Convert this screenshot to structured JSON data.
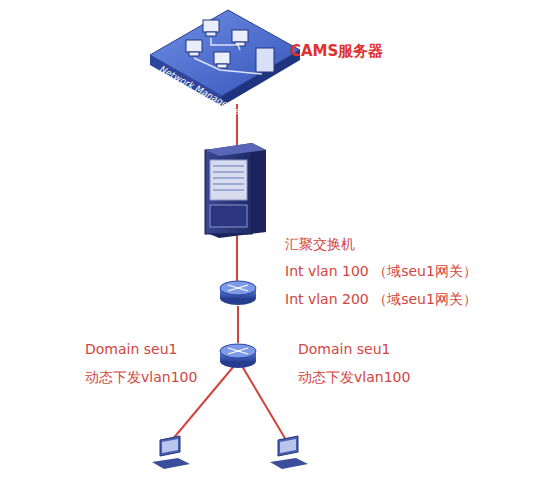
{
  "diagram": {
    "nodes": [
      {
        "text": [
          "Network Management",
          "CAMS服务器"
        ]
      },
      {
        "text": [
          "汇聚交换机",
          "Int vlan 100 （域seu1网关）",
          "Int vlan 200 （域seu1网关）"
        ]
      },
      {
        "text": [
          "Domain seu1",
          "动态下发vlan100",
          "Domain seu1",
          "动态下发vlan100"
        ]
      }
    ],
    "edges": [
      {
        "from": 1,
        "to": 2,
        "arrow": "none"
      }
    ]
  }
}
